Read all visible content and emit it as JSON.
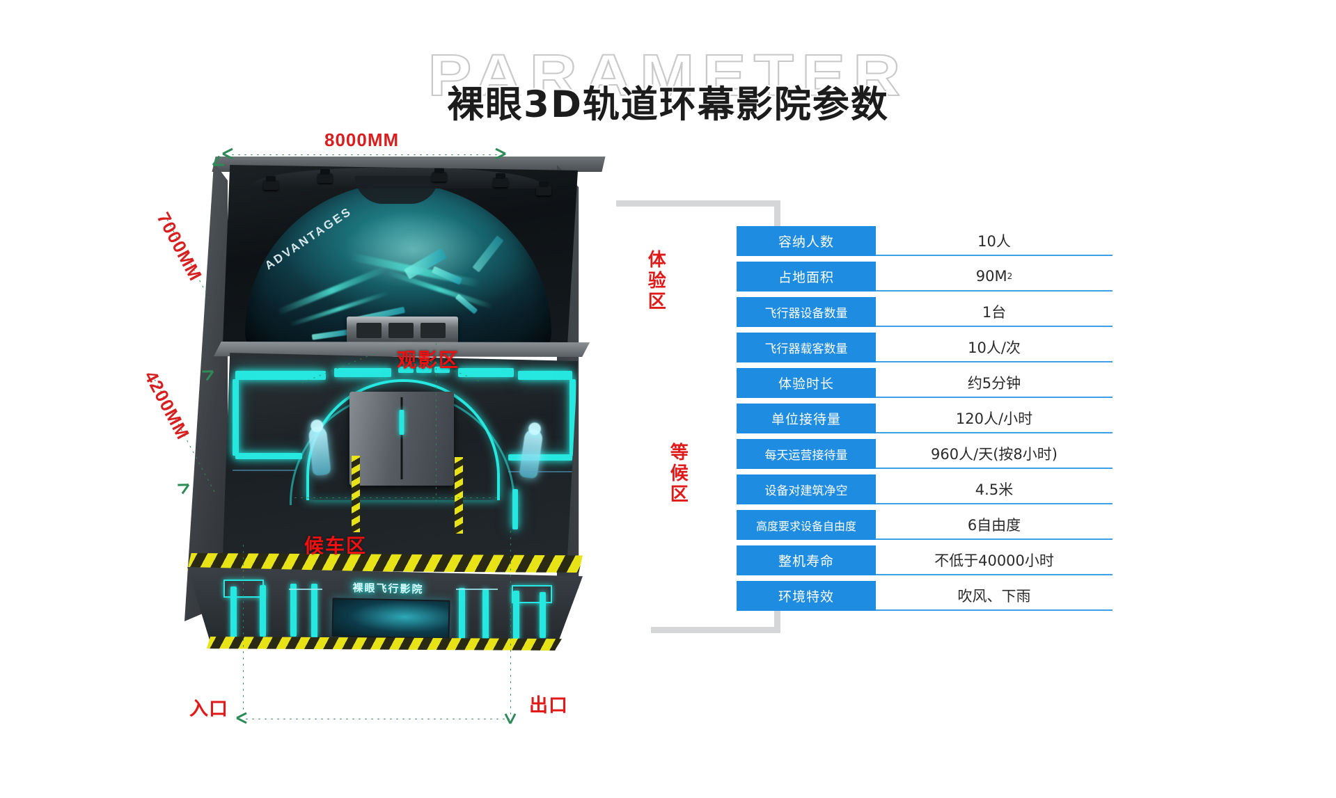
{
  "title": {
    "ghost": "PARAMETER",
    "main": "裸眼3D轨道环幕影院参数"
  },
  "dimensions": {
    "width_top": "8000MM",
    "depth_left": "7000MM",
    "height_left": "4200MM"
  },
  "zone_labels": {
    "experience": "体验区",
    "waiting": "等候区",
    "viewing_area": "观影区",
    "boarding_area": "候车区",
    "entrance": "入口",
    "exit": "出口"
  },
  "scene": {
    "dome_text": "ADVANTAGES",
    "facade_sign": "裸眼飞行影院"
  },
  "table": {
    "accent_color": "#1e8ce0",
    "rule_color": "#3d9fe4",
    "rows": [
      {
        "key": "容纳人数",
        "value": "10人"
      },
      {
        "key": "占地面积",
        "value": "90M",
        "sup": "2"
      },
      {
        "key": "飞行器设备数量",
        "value": "1台"
      },
      {
        "key": "飞行器载客数量",
        "value": "10人/次"
      },
      {
        "key": "体验时长",
        "value": "约5分钟"
      },
      {
        "key": "单位接待量",
        "value": "120人/小时"
      },
      {
        "key": "每天运营接待量",
        "value": "960人/天(按8小时)"
      },
      {
        "key": "设备对建筑净空",
        "value": "4.5米"
      },
      {
        "key": "高度要求设备自由度",
        "value": "6自由度"
      },
      {
        "key": "整机寿命",
        "value": "不低于40000小时"
      },
      {
        "key": "环境特效",
        "value": "吹风、下雨"
      }
    ]
  }
}
